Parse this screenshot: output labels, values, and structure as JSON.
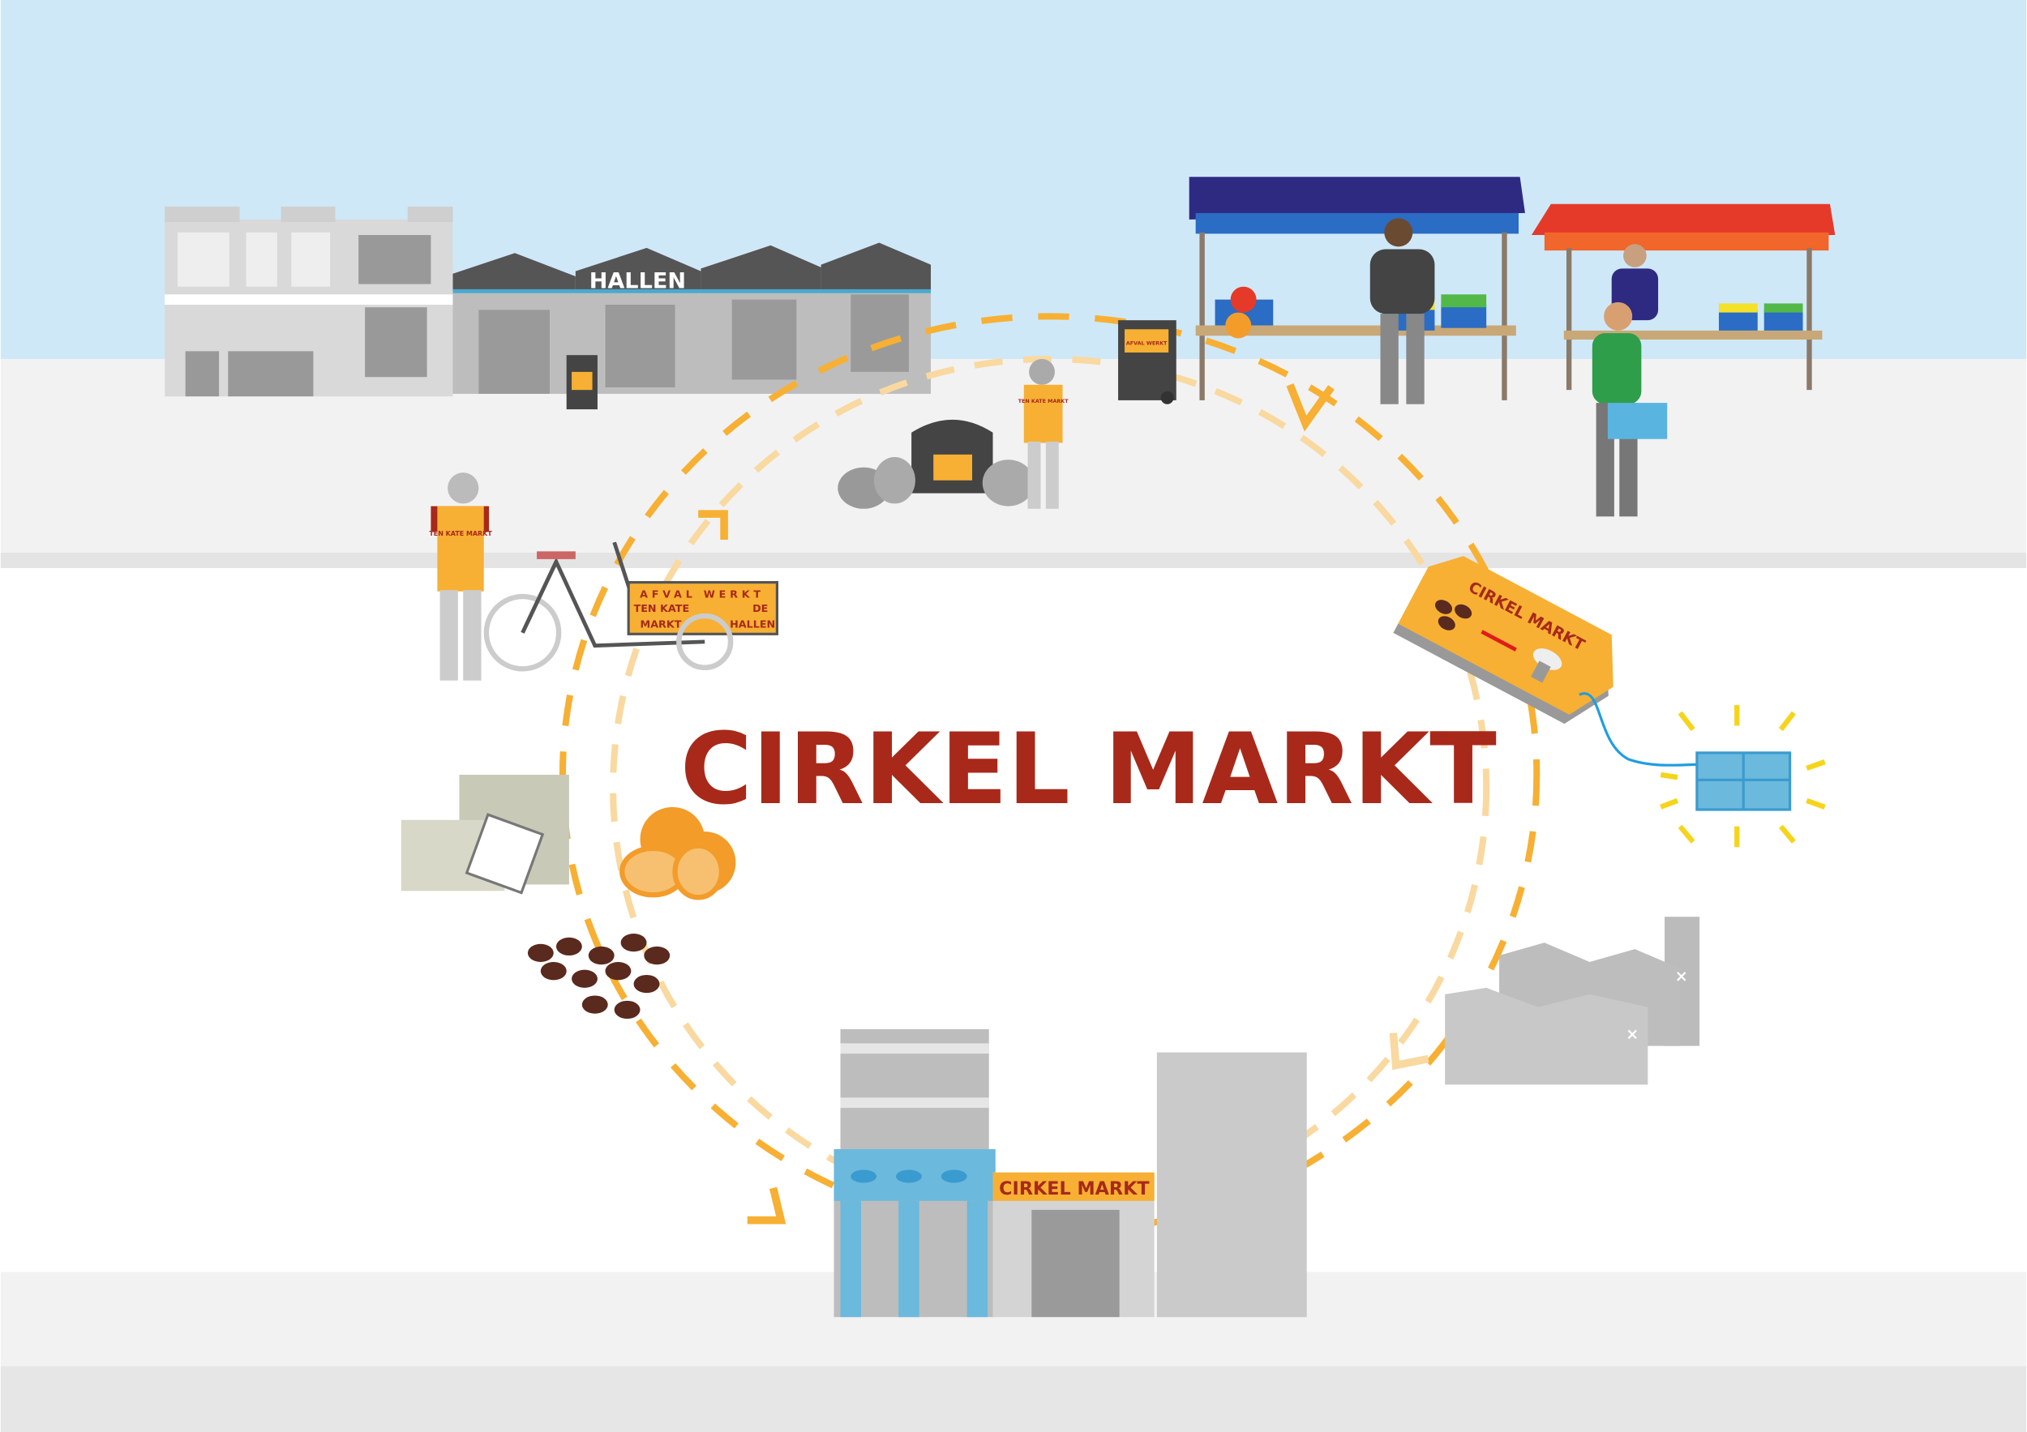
{
  "title": "CIRKEL MARKT",
  "hall_sign": "HALLEN",
  "bike_cart": {
    "line1": "AFVAL WERKT",
    "left_top": "TEN KATE",
    "left_bottom": "MARKT",
    "right_top": "DE",
    "right_bottom": "HALLEN"
  },
  "bin_label": "AFVAL WERKT",
  "vest_label": "TEN KATE MARKT",
  "price_tag": "CIRKEL MARKT",
  "store_sign": "CIRKEL MARKT",
  "colors": {
    "sky": "#cfe8f8",
    "accent_orange": "#f7b033",
    "title_red": "#a8291a",
    "stall_blue": "#2e2a82",
    "stall_red": "#e53a2a",
    "shop_blue": "#6bb9dc"
  }
}
